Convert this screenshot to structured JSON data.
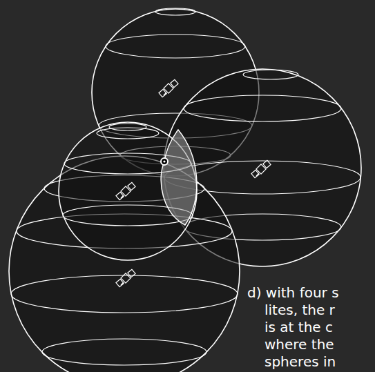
{
  "diagram": {
    "labels": [
      "d) with four s",
      "lites, the r",
      "is at the c",
      "where the",
      "spheres in"
    ]
  }
}
